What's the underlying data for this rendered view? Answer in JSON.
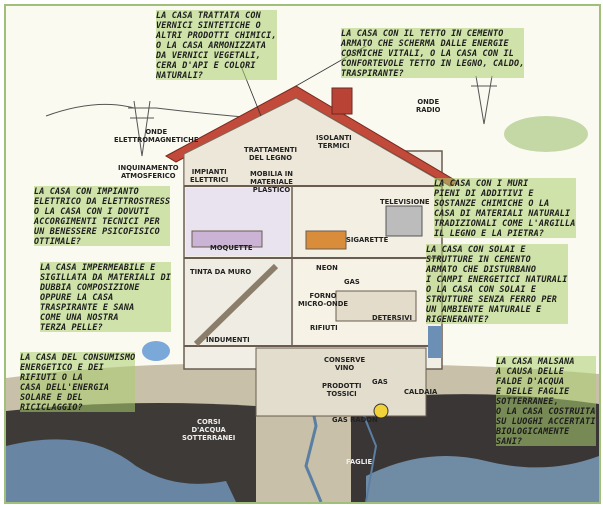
{
  "captions": {
    "top_left": "LA CASA TRATTATA CON\nVERNICI SINTETICHE O\nALTRI PRODOTTI CHIMICI,\nO LA CASA ARMONIZZATA\nDA VERNICI VEGETALI,\nCERA D'API E COLORI\nNATURALI?",
    "top_right": "LA CASA CON IL TETTO IN CEMENTO\nARMATO CHE SCHERMA DALLE ENERGIE\nCOSMICHE VITALI, O LA CASA CON IL\nCONFORTEVOLE TETTO IN LEGNO, CALDO,\nTRASPIRANTE?",
    "left_1": "LA CASA CON IMPIANTO\nELETTRICO DA ELETTROSTRESS\nO LA CASA CON I DOVUTI\nACCORGIMENTI TECNICI PER\nUN BENESSERE PSICOFISICO\nOTTIMALE?",
    "left_2": "LA CASA IMPERMEABILE E\nSIGILLATA DA MATERIALI DI\nDUBBIA COMPOSIZIONE\nOPPURE LA CASA\nTRASPIRANTE E SANA\nCOME UNA NOSTRA\nTERZA PELLE?",
    "left_3": "LA CASA DEL CONSUMISMO\nENERGETICO E DEI\nRIFIUTI O LA\nCASA DELL'ENERGIA\nSOLARE E DEL\nRICICLAGGIO?",
    "right_1": "LA CASA CON I MURI\nPIENI DI ADDITIVI E\nSOSTANZE CHIMICHE O LA\nCASA DI MATERIALI NATURALI\nTRADIZIONALI COME L'ARGILLA\nIL LEGNO E LA PIETRA?",
    "right_2": "LA CASA CON SOLAI E\nSTRUTTURE IN CEMENTO\nARMATO CHE DISTURBANO\nI CAMPI ENERGETICI NATURALI\nO LA CASA CON SOLAI E\nSTRUTTURE SENZA FERRO PER\nUN AMBIENTE NATURALE E\nRIGENERANTE?",
    "right_3": "LA CASA MALSANA\nA CAUSA DELLE\nFALDE D'ACQUA\nE DELLE FAGLIE\nSOTTERRANEE,\nO LA CASA COSTRUITA\nSU LUOGHI ACCERTATI\nBIOLOGICAMENTE\nSANI?"
  },
  "labels": {
    "onde_elettro": "ONDE\nELETTROMAGNETICHE",
    "inquinamento": "INQUINAMENTO\nATMOSFERICO",
    "trattamenti": "TRATTAMENTI\nDEL LEGNO",
    "isolanti": "ISOLANTI\nTERMICI",
    "onde_radio": "ONDE\nRADIO",
    "impianti": "IMPIANTI\nELETTRICI",
    "mobilia": "MOBILIA IN\nMATERIALE\nPLASTICO",
    "televisione": "TELEVISIONE",
    "moquette": "MOQUETTE",
    "sigarette": "SIGARETTE",
    "tinta": "TINTA DA MURO",
    "neon": "NEON",
    "gas": "GAS",
    "forno": "FORNO\nMICRO-ONDE",
    "rifiuti": "RIFIUTI",
    "detersivi": "DETERSIVI",
    "indumenti": "INDUMENTI",
    "conserve": "CONSERVE\nVINO",
    "prodotti": "PRODOTTI\nTOSSICI",
    "gas2": "GAS",
    "caldaia": "CALDAIA",
    "gas_radon": "GAS RADON",
    "corsi": "CORSI\nD'ACQUA\nSOTTERRANEI",
    "faglie": "FAGLIE"
  }
}
